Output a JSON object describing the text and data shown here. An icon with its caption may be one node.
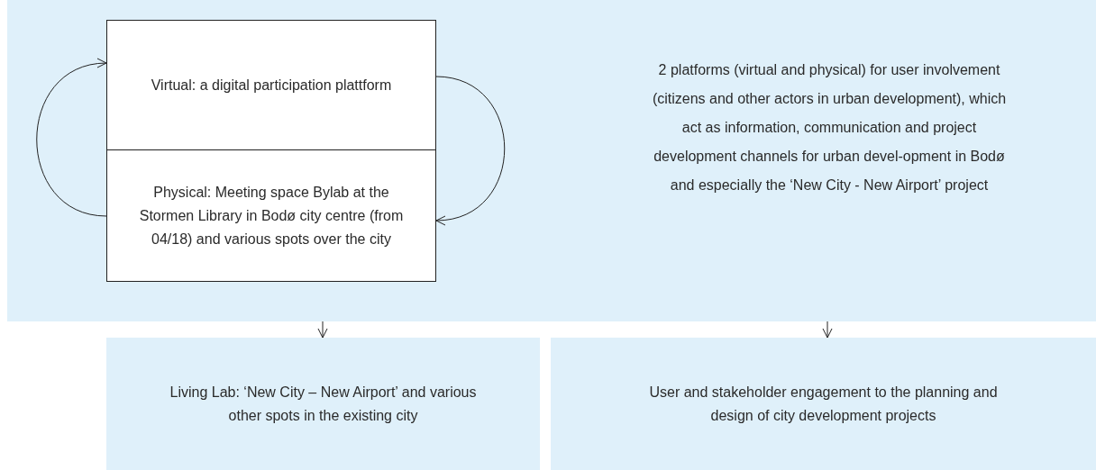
{
  "diagram": {
    "nodes": [
      {
        "text": [
          "2 platforms (virtual and physical) for user involvement (citizens and other actors in urban development), which act as information, communication and project development channels for urban devel-opment in Bodø and especially the ‘New City - New Airport’ project"
        ]
      },
      {
        "text": [
          "Virtual: a digital participation plattform"
        ],
        "in": 0
      },
      {
        "text": [
          "Physical:  Meeting space Bylab at the Stormen Library in Bodø city centre (from 04/18) and various spots over the city"
        ],
        "in": 0
      },
      {
        "text": [
          "Living Lab: ‘New City – New Airport’ and various other spots in the existing city"
        ]
      },
      {
        "text": [
          "User and stakeholder engagement to the planning and design of city development projects"
        ]
      }
    ],
    "edges": [
      {
        "from": 1,
        "to": 2,
        "arrow": "to"
      },
      {
        "from": 2,
        "to": 1,
        "arrow": "to"
      },
      {
        "from": 0,
        "to": 3,
        "arrow": "to"
      },
      {
        "from": 0,
        "to": 4,
        "arrow": "to"
      }
    ]
  }
}
